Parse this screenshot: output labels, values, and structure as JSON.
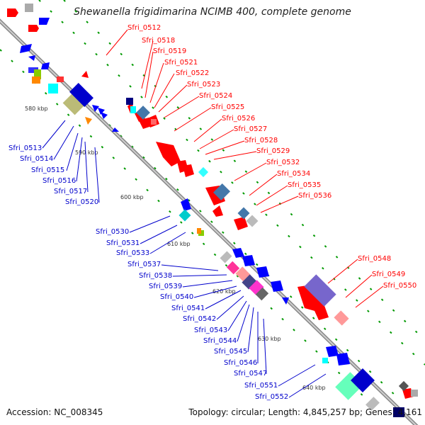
{
  "title": "Shewanella frigidimarina NCIMB 400, complete genome",
  "footer": {
    "accession": "Accession: NC_008345",
    "topology": "Topology: circular; Length: 4,845,257 bp; Genes: 4,161"
  },
  "kbp_labels": [
    "580 kbp",
    "590 kbp",
    "600 kbp",
    "610 kbp",
    "620 kbp",
    "630 kbp",
    "640 kbp"
  ],
  "forward_labels": [
    "Sfri_0512",
    "Sfri_0518",
    "Sfri_0519",
    "Sfri_0521",
    "Sfri_0522",
    "Sfri_0523",
    "Sfri_0524",
    "Sfri_0525",
    "Sfri_0526",
    "Sfri_0527",
    "Sfri_0528",
    "Sfri_0529",
    "Sfri_0532",
    "Sfri_0534",
    "Sfri_0535",
    "Sfri_0536",
    "Sfri_0548",
    "Sfri_0549",
    "Sfri_0550"
  ],
  "reverse_labels": [
    "Sfri_0513",
    "Sfri_0514",
    "Sfri_0515",
    "Sfri_0516",
    "Sfri_0517",
    "Sfri_0520",
    "Sfri_0530",
    "Sfri_0531",
    "Sfri_0533",
    "Sfri_0537",
    "Sfri_0538",
    "Sfri_0539",
    "Sfri_0540",
    "Sfri_0541",
    "Sfri_0542",
    "Sfri_0543",
    "Sfri_0544",
    "Sfri_0545",
    "Sfri_0546",
    "Sfri_0547",
    "Sfri_0551",
    "Sfri_0552"
  ],
  "colors": {
    "forward_label": "#ff0000",
    "reverse_label": "#0000cc",
    "backbone": "#999999",
    "tick": "#008800"
  }
}
